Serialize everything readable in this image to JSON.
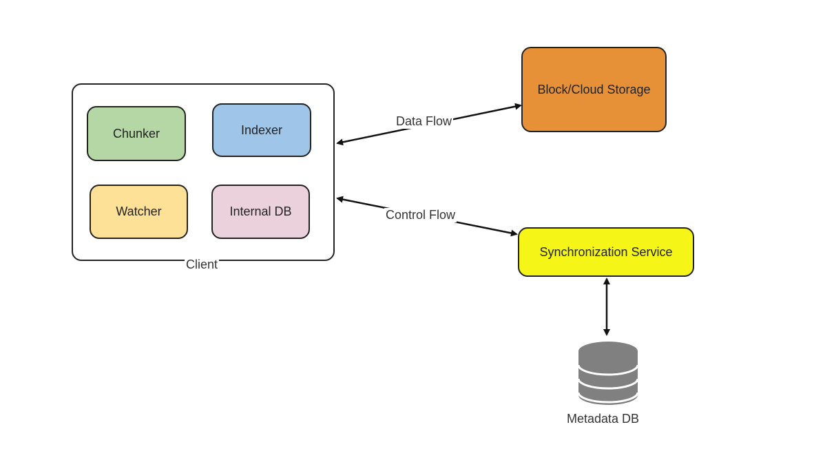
{
  "client": {
    "label": "Client",
    "components": [
      {
        "name": "Chunker",
        "color": "#b5d7a6"
      },
      {
        "name": "Indexer",
        "color": "#9fc5e8"
      },
      {
        "name": "Watcher",
        "color": "#fce196"
      },
      {
        "name": "Internal DB",
        "color": "#ead1dc"
      }
    ]
  },
  "storage": {
    "label": "Block/Cloud Storage",
    "color": "#e69138"
  },
  "sync": {
    "label": "Synchronization Service",
    "color": "#f5f518"
  },
  "metadata_db": {
    "label": "Metadata DB",
    "color": "#808080"
  },
  "flows": {
    "data": "Data Flow",
    "control": "Control Flow"
  }
}
